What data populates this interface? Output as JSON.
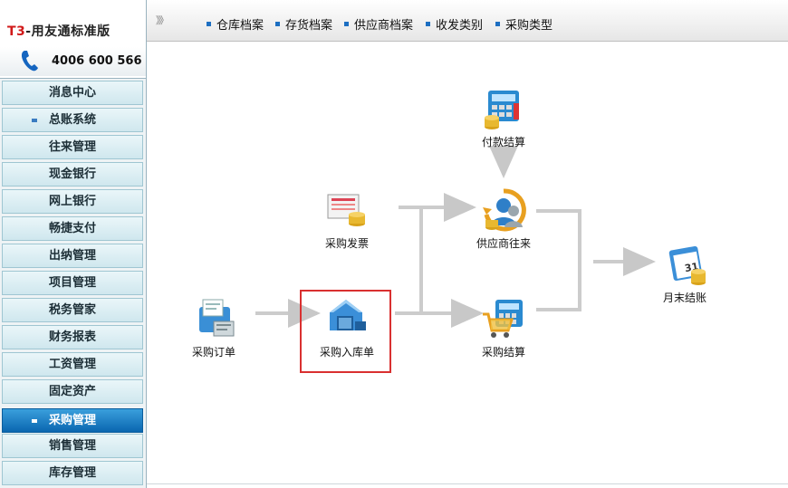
{
  "brand": {
    "prefix": "T3",
    "title": "-用友通标准版",
    "phone": "4006 600 566"
  },
  "sidebar": {
    "items": [
      {
        "label": "消息中心"
      },
      {
        "label": "总账系统"
      },
      {
        "label": "往来管理"
      },
      {
        "label": "现金银行"
      },
      {
        "label": "网上银行"
      },
      {
        "label": "畅捷支付"
      },
      {
        "label": "出纳管理"
      },
      {
        "label": "项目管理"
      },
      {
        "label": "税务管家"
      },
      {
        "label": "财务报表"
      },
      {
        "label": "工资管理"
      },
      {
        "label": "固定资产"
      },
      {
        "label": "采购管理"
      },
      {
        "label": "销售管理"
      },
      {
        "label": "库存管理"
      }
    ],
    "active_index": 12,
    "dotted_index": 1
  },
  "toolbar": {
    "chevron": "》》",
    "links": [
      "仓库档案",
      "存货档案",
      "供应商档案",
      "收发类别",
      "采购类型"
    ]
  },
  "flow": {
    "purchase_order": "采购订单",
    "purchase_receipt": "采购入库单",
    "purchase_invoice": "采购发票",
    "payment_settlement": "付款结算",
    "supplier_account": "供应商往来",
    "purchase_settlement": "采购结算",
    "month_end": "月末结账"
  },
  "colors": {
    "accent": "#0a66b0",
    "highlight": "#d93030",
    "arrow": "#c8c8c8"
  }
}
